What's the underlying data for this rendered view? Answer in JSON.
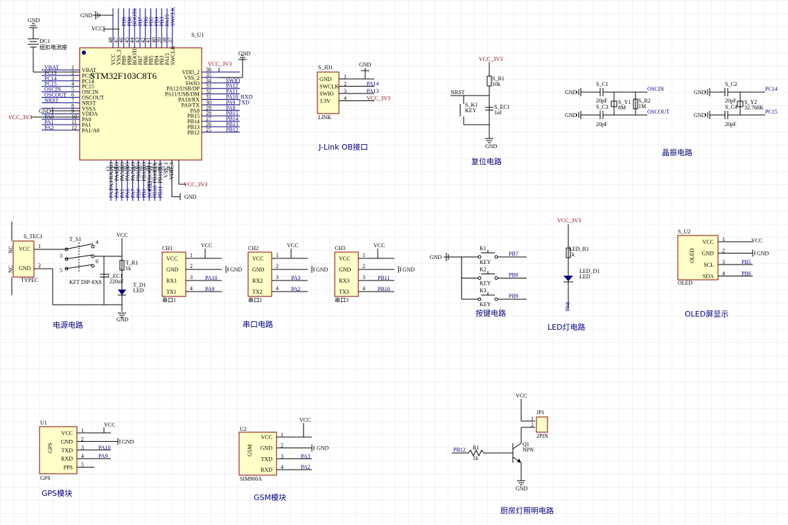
{
  "titles": {
    "jlink": "J-Link OB接口",
    "reset": "复位电路",
    "crystal": "晶振电路",
    "power": "电源电路",
    "serial": "串口电路",
    "keys": "按键电路",
    "led": "LED灯电路",
    "oled": "OLED屏显示",
    "gps": "GPS模块",
    "gsm": "GSM模块",
    "kitchen": "厨房灯照明电路"
  },
  "mcu": {
    "ref": "S_U1",
    "part": "STM32F103C8T6",
    "battery_ref": "DC1",
    "battery_label": "纽扣电池座",
    "left_pins": [
      {
        "name": "VBAT",
        "num": "1",
        "net": "VBAT"
      },
      {
        "name": "PC13",
        "num": "2",
        "net": "PC13"
      },
      {
        "name": "PC14",
        "num": "3",
        "net": "PC14"
      },
      {
        "name": "PC15",
        "num": "4",
        "net": "PC15"
      },
      {
        "name": "OSCIN",
        "num": "5",
        "net": "OSCIN"
      },
      {
        "name": "OSCOUT",
        "num": "6",
        "net": "OSCOUT"
      },
      {
        "name": "NRST",
        "num": "7",
        "net": "NRST"
      },
      {
        "name": "VSSA",
        "num": "8",
        "net": "GND"
      },
      {
        "name": "VDDA",
        "num": "9",
        "net": "VCC_3V3"
      },
      {
        "name": "PA0",
        "num": "10",
        "net": "PA0"
      },
      {
        "name": "PA1",
        "num": "11",
        "net": "PA1"
      },
      {
        "name": "PA1/A0",
        "num": "12",
        "net": "PA2"
      }
    ],
    "right_pins": [
      {
        "name": "VDD_2",
        "num": "36",
        "net": "VCC_3V3"
      },
      {
        "name": "VSS_2",
        "num": "35",
        "net": ""
      },
      {
        "name": "SWIO",
        "num": "34",
        "net": "SWIO"
      },
      {
        "name": "PA12/USB/DP",
        "num": "33",
        "net": "PA12"
      },
      {
        "name": "PA11/USB/DM",
        "num": "32",
        "net": "PA11"
      },
      {
        "name": "PA10/RX",
        "num": "31",
        "net": "PA10_RXD"
      },
      {
        "name": "PA9/TX",
        "num": "30",
        "net": "PA9_TXD"
      },
      {
        "name": "PA8",
        "num": "29",
        "net": "PA8"
      },
      {
        "name": "PB15",
        "num": "28",
        "net": "PB15"
      },
      {
        "name": "PB14",
        "num": "27",
        "net": "PB14"
      },
      {
        "name": "PB13",
        "num": "26",
        "net": "PB13"
      },
      {
        "name": "PB12",
        "num": "25",
        "net": "PB12"
      }
    ],
    "top_pins": [
      "VCC",
      "VSS_3",
      "PB9",
      "PB8",
      "BOOT0",
      "PB7",
      "PB6",
      "PB5",
      "PB4",
      "PB3",
      "PA15",
      "SWCLK"
    ],
    "top_nets": [
      "GND",
      "VCC",
      "PB9",
      "PB8",
      "BOOT0",
      "PB7",
      "PB6",
      "PB5",
      "PB4",
      "PB3",
      "PA15",
      "SWCLK"
    ],
    "top_nums": [
      "48",
      "47",
      "46",
      "45",
      "44",
      "43",
      "42",
      "41",
      "40",
      "39",
      "38",
      "37"
    ],
    "bottom_pins": [
      "PA3/RX/AO",
      "PA4/AO",
      "PA5/AO",
      "PA6/AO",
      "PA7/AO",
      "PB0/AO",
      "PB1/AO",
      "PB2/BOOT1",
      "PB10/TX",
      "PB11/RX",
      "VSS_1",
      "VDD_1"
    ],
    "bottom_nets": [
      "PA3",
      "PA4",
      "PA5",
      "PA6",
      "PA7",
      "PB0",
      "PB1",
      "BOOT1",
      "PB10",
      "PB11",
      "",
      ""
    ],
    "bottom_nums": [
      "13",
      "14",
      "15",
      "16",
      "17",
      "18",
      "19",
      "20",
      "21",
      "22",
      "23",
      "24"
    ],
    "vcc3v3": "VCC_3V3",
    "gnd": "GND",
    "vcc": "VCC"
  },
  "jlink": {
    "ref": "S_JD1",
    "footer": "LINK",
    "pins": [
      "GND",
      "SWCLK",
      "SWIO",
      "3.3V"
    ],
    "nums": [
      "1",
      "2",
      "3",
      "4"
    ],
    "nets": [
      "GND",
      "PA14",
      "PA13",
      "VCC_3V3"
    ]
  },
  "reset": {
    "vcc": "VCC_3V3",
    "r_ref": "S_R1",
    "r_val": "10k",
    "c_ref": "S_EC1",
    "c_val": "1uf",
    "k_ref": "S_K1",
    "k_label": "KEY",
    "net": "NRST",
    "gnd": "GND"
  },
  "crystal": {
    "c1": "S_C1",
    "c3": "S_C3",
    "c2": "S_C2",
    "c4": "S_C4",
    "cval": "20pF",
    "y1": "S_Y1",
    "y1val": "8M",
    "r2": "S_R2",
    "r2val": "1M",
    "y2": "S_Y2",
    "y2val": "32.768K",
    "oscin": "OSCIN",
    "oscout": "OSCOUT",
    "pc14": "PC14",
    "pc15": "PC15",
    "gnd": "GND"
  },
  "power": {
    "conn_ref": "S_TEC1",
    "conn_type": "TYPEC",
    "pins": [
      "VCC",
      "GND"
    ],
    "nc": "NC",
    "sw_ref": "T_S1",
    "sw_label": "KFT DIP-8X8",
    "r_ref": "T_R1",
    "r_val": "1k",
    "c_ref": "T_EC1",
    "c_val": "220uF",
    "d_ref": "T_D1",
    "d_label": "LED",
    "vcc": "VCC",
    "gnd": "GND",
    "nums": [
      "1",
      "2",
      "3",
      "4",
      "5",
      "6"
    ]
  },
  "serial": [
    {
      "ref": "CH1",
      "footer": "串口1",
      "nets": [
        "VCC",
        "GND",
        "PA10",
        "PA9"
      ]
    },
    {
      "ref": "CH2",
      "footer": "串口2",
      "nets": [
        "VCC",
        "GND",
        "PA3",
        "PA2"
      ]
    },
    {
      "ref": "CH3",
      "footer": "串口3",
      "nets": [
        "VCC",
        "GND",
        "PB11",
        "PB10"
      ]
    }
  ],
  "serial_pins": [
    "VCC",
    "GND",
    "RX2",
    "TX2"
  ],
  "serial_pins_ch1": [
    "VCC",
    "GND",
    "RX1",
    "TX1"
  ],
  "serial_pins_ch3": [
    "VCC",
    "GND",
    "RX3",
    "TX3"
  ],
  "keys": {
    "gnd": "GND",
    "items": [
      {
        "ref": "K1",
        "label": "KEY",
        "net": "PB7"
      },
      {
        "ref": "K2",
        "label": "KEY",
        "net": "PB8"
      },
      {
        "ref": "K3",
        "label": "KEY",
        "net": "PB9"
      }
    ]
  },
  "led": {
    "vcc": "VCC_3V3",
    "r_ref": "LED_R1",
    "r_val": "1k",
    "d_ref": "LED_D1",
    "d_label": "LED",
    "net": "PA8"
  },
  "oled": {
    "ref": "S_U2",
    "name": "OLED",
    "footer": "OLED",
    "pins": [
      "VCC",
      "GND",
      "SCL",
      "SDA"
    ],
    "nums": [
      "1",
      "2",
      "3",
      "4"
    ],
    "nets": [
      "VCC",
      "GND",
      "PB5",
      "PB6"
    ]
  },
  "gps": {
    "ref": "U1",
    "name": "GPS",
    "footer": "GPS",
    "pins": [
      "VCC",
      "GND",
      "TXD",
      "RXD",
      "PPS"
    ],
    "nums": [
      "1",
      "2",
      "3",
      "4",
      "5"
    ],
    "nets": [
      "VCC",
      "GND",
      "PA10",
      "PA9",
      ""
    ]
  },
  "gsm": {
    "ref": "U2",
    "name": "GSM",
    "footer": "SIM900A",
    "pins": [
      "VCC",
      "GND",
      "TXD",
      "RXD"
    ],
    "nums": [
      "1",
      "2",
      "3",
      "4"
    ],
    "nets": [
      "VCC",
      "GND",
      "PA3",
      "PA2"
    ]
  },
  "kitchen": {
    "vcc": "VCC",
    "jp_ref": "JP1",
    "jp_label": "2PIN",
    "q_ref": "Q1",
    "q_type": "NPN",
    "r_ref": "R1",
    "r_val": "1k",
    "net": "PB12",
    "gnd": "GND",
    "nums": [
      "1",
      "2"
    ]
  }
}
